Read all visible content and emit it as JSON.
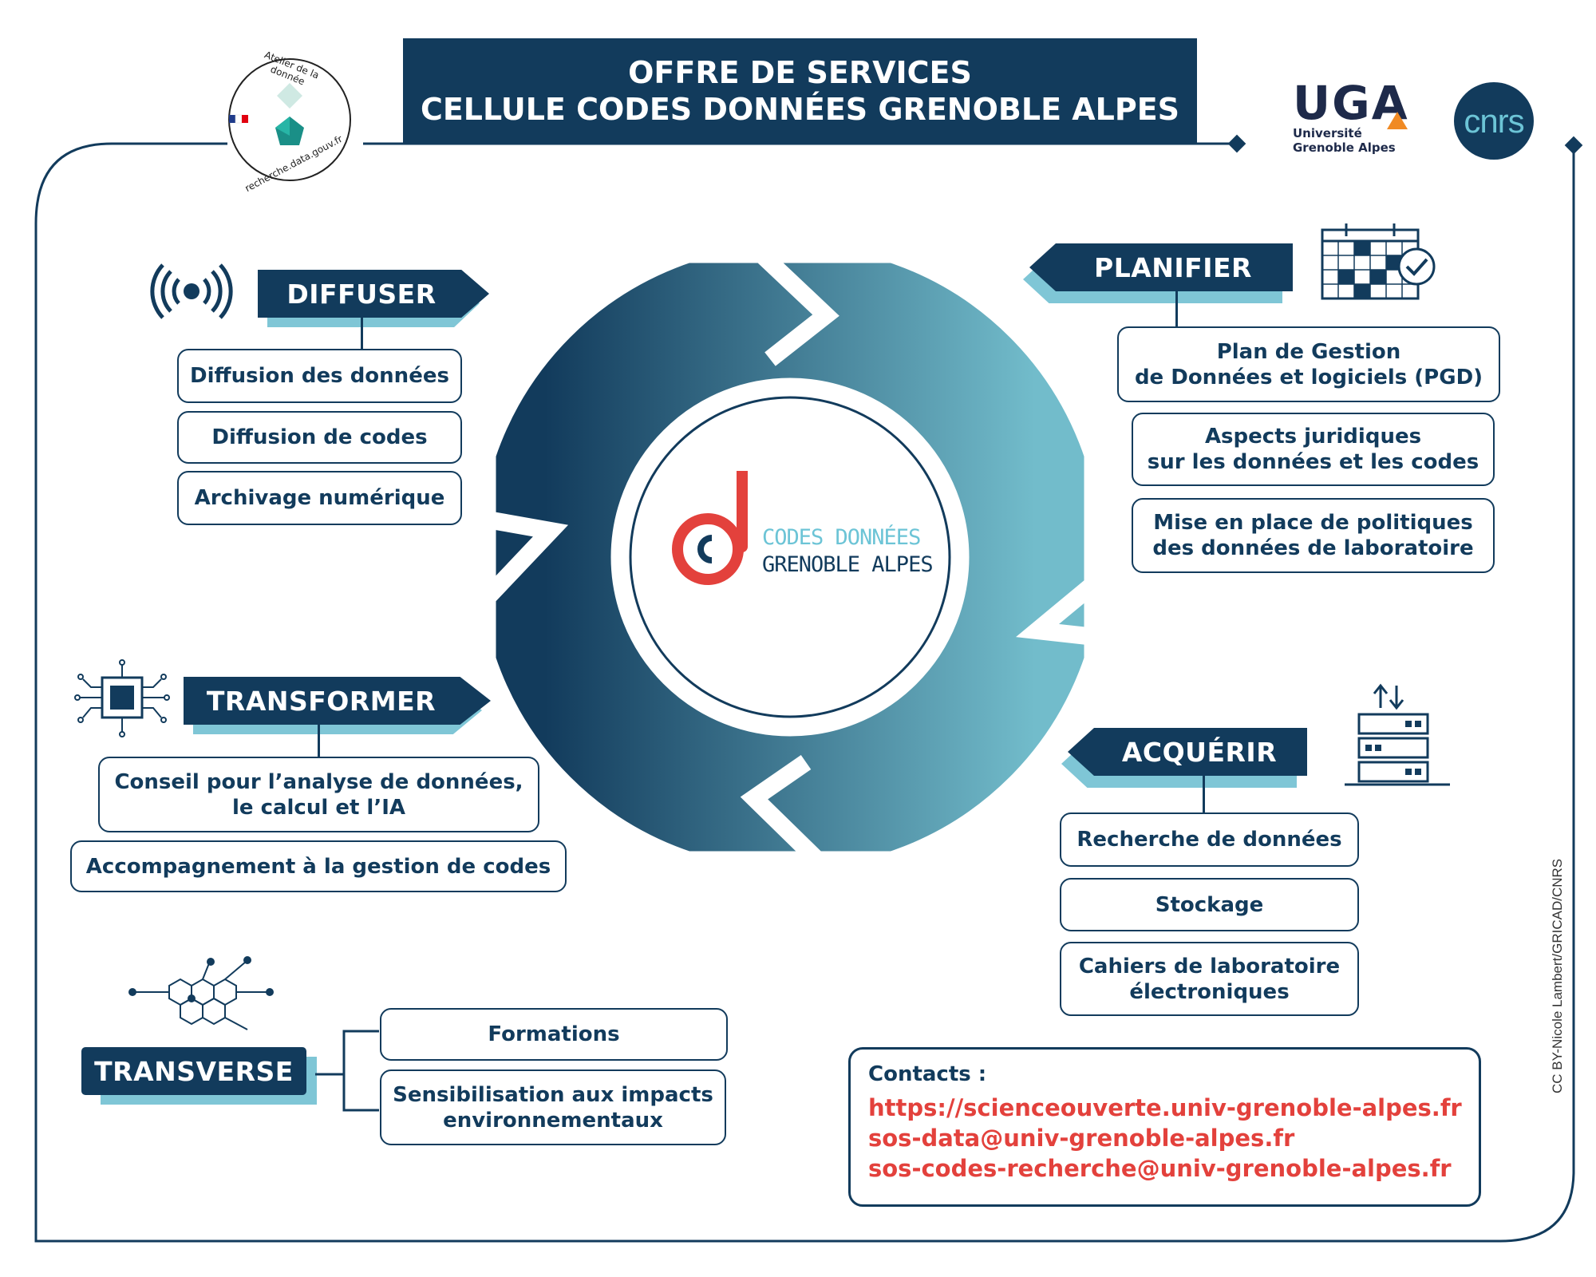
{
  "header": {
    "line1": "OFFRE DE SERVICES",
    "line2": "CELLULE CODES DONNÉES GRENOBLE ALPES"
  },
  "logos": {
    "atelier_top": "Atelier de la donnée",
    "atelier_bottom": "recherche.data.gouv.fr",
    "uga_main": "UGA",
    "uga_sub1": "Université",
    "uga_sub2": "Grenoble Alpes",
    "cnrs": "cnrs"
  },
  "center": {
    "line1": "CODES DONNÉES",
    "line2": "GRENOBLE ALPES"
  },
  "categories": {
    "diffuser": {
      "label": "DIFFUSER",
      "items": [
        "Diffusion des données",
        "Diffusion de codes",
        "Archivage numérique"
      ]
    },
    "planifier": {
      "label": "PLANIFIER",
      "items": [
        [
          "Plan de Gestion",
          "de Données et logiciels (PGD)"
        ],
        [
          "Aspects juridiques",
          "sur les données et les codes"
        ],
        [
          "Mise en place de politiques",
          "des données de laboratoire"
        ]
      ]
    },
    "transformer": {
      "label": "TRANSFORMER",
      "items": [
        [
          "Conseil pour l’analyse de données,",
          "le calcul et l’IA"
        ],
        "Accompagnement à la gestion de codes"
      ]
    },
    "acquerir": {
      "label": "ACQUÉRIR",
      "items": [
        "Recherche de données",
        "Stockage",
        [
          "Cahiers de laboratoire",
          "électroniques"
        ]
      ]
    },
    "transverse": {
      "label": "TRANSVERSE",
      "items": [
        "Formations",
        [
          "Sensibilisation aux impacts",
          "environnementaux"
        ]
      ]
    }
  },
  "contacts": {
    "heading": "Contacts :",
    "url": "https://scienceouverte.univ-grenoble-alpes.fr",
    "email1": "sos-data@univ-grenoble-alpes.fr",
    "email2": "sos-codes-recherche@univ-grenoble-alpes.fr"
  },
  "credit": "CC BY-Nicole Lambert/GRICAD/CNRS",
  "colors": {
    "navy": "#123b5c",
    "teal_light": "#7fc6d6",
    "red": "#e3413c",
    "cycle_light": "#72bccb"
  },
  "icons": [
    "broadcast-icon",
    "calendar-check-icon",
    "chip-icon",
    "server-transfer-icon",
    "molecule-network-icon",
    "codes-donnees-logo"
  ]
}
